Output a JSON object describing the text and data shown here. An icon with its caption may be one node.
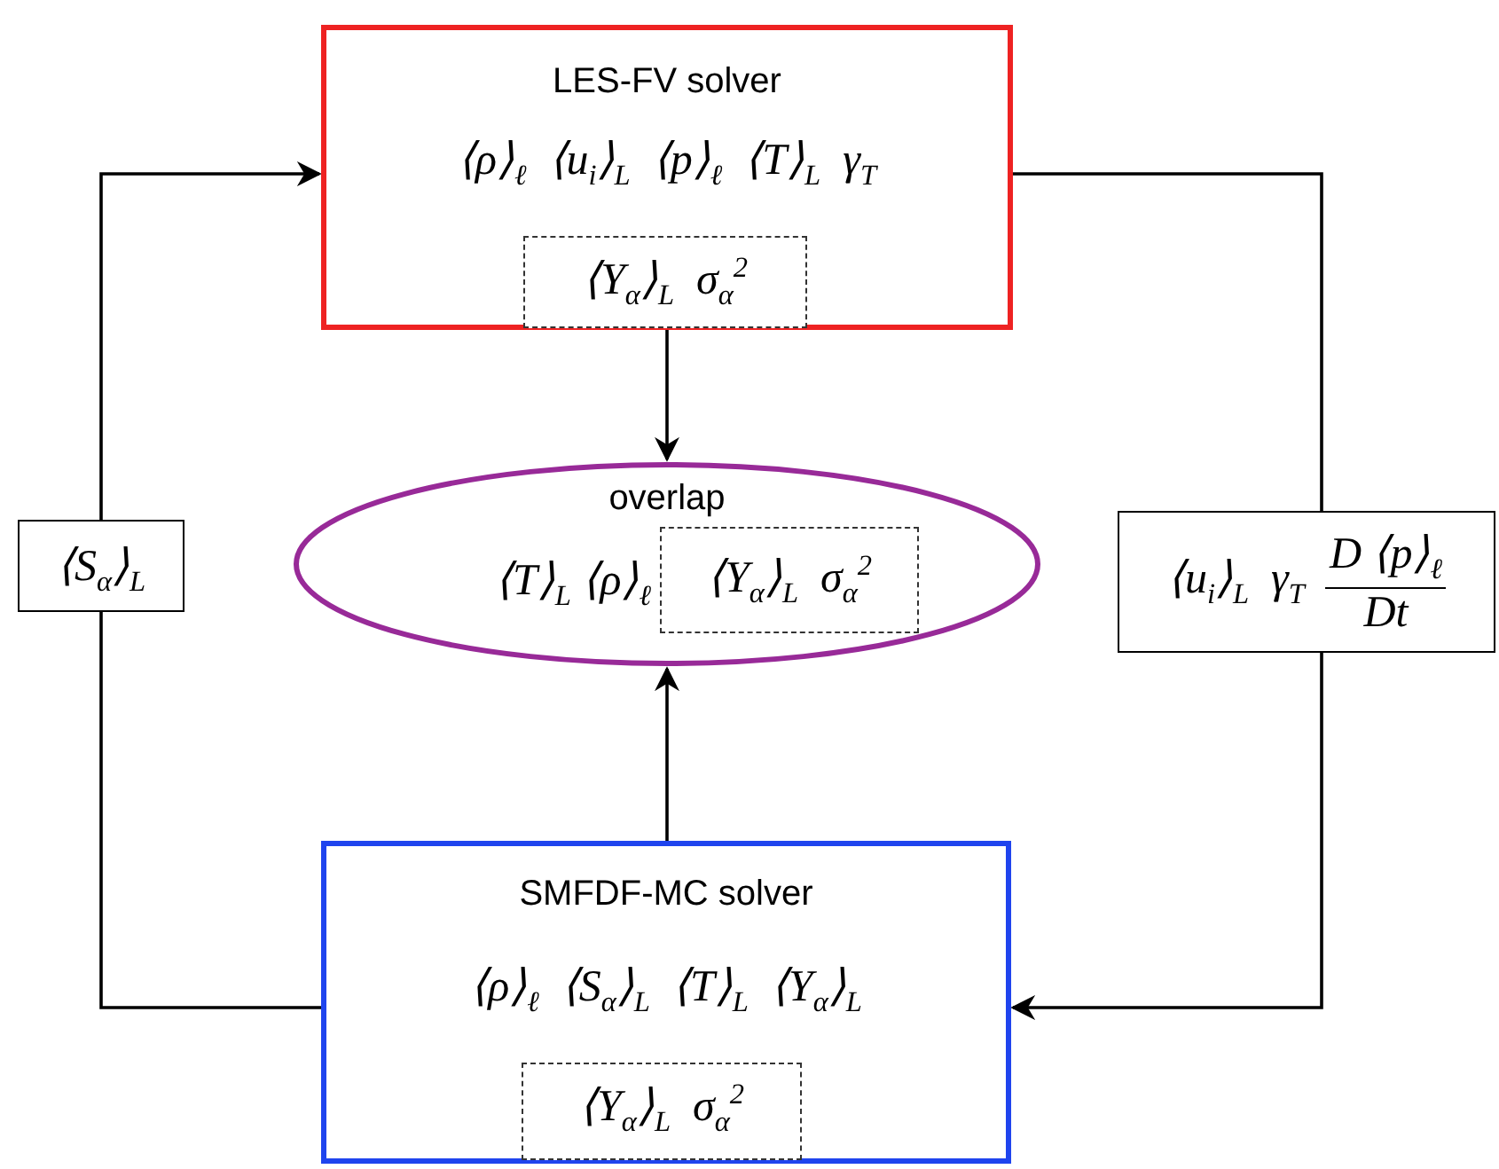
{
  "diagram": {
    "nodes": [
      {
        "text": [
          "LES-FV solver",
          "⟨ρ⟩$_{ℓ}$  ⟨u$_{i}$⟩$_{L}$  ⟨p⟩$_{ℓ}$  ⟨T⟩$_{L}$  γ$_{T}$"
        ]
      },
      {
        "text": [
          "⟨Y$_{α}$⟩$_{L}$  σ$_{α}$$^{2}$"
        ],
        "in": 0
      },
      {
        "text": [
          "overlap",
          "⟨T⟩$_{L}$ ⟨ρ⟩$_{ℓ}$"
        ]
      },
      {
        "text": [
          "⟨Y$_{α}$⟩$_{L}$  σ$_{α}$$^{2}$"
        ],
        "in": 2
      },
      {
        "text": [
          "⟨S$_{α}$⟩$_{L}$"
        ]
      },
      {
        "text": [
          "⟨u$_{i}$⟩$_{L}$  γ$_{T}$",
          "D ⟨p⟩$_{ℓ}$",
          "Dt"
        ]
      },
      {
        "text": [
          "SMFDF-MC solver",
          "⟨ρ⟩$_{ℓ}$  ⟨S$_{α}$⟩$_{L}$  ⟨T⟩$_{L}$  ⟨Y$_{α}$⟩$_{L}$"
        ]
      },
      {
        "text": [
          "⟨Y$_{α}$⟩$_{L}$  σ$_{α}$$^{2}$"
        ],
        "in": 6
      }
    ],
    "edges": [
      {
        "from": 0,
        "to": 2,
        "arrow": "to"
      },
      {
        "from": 6,
        "to": 2,
        "arrow": "to"
      },
      {
        "from": 0,
        "to": 5,
        "arrow": "none"
      },
      {
        "from": 5,
        "to": 6,
        "arrow": "to"
      },
      {
        "from": 6,
        "to": 4,
        "arrow": "none"
      },
      {
        "from": 4,
        "to": 0,
        "arrow": "to"
      }
    ]
  }
}
